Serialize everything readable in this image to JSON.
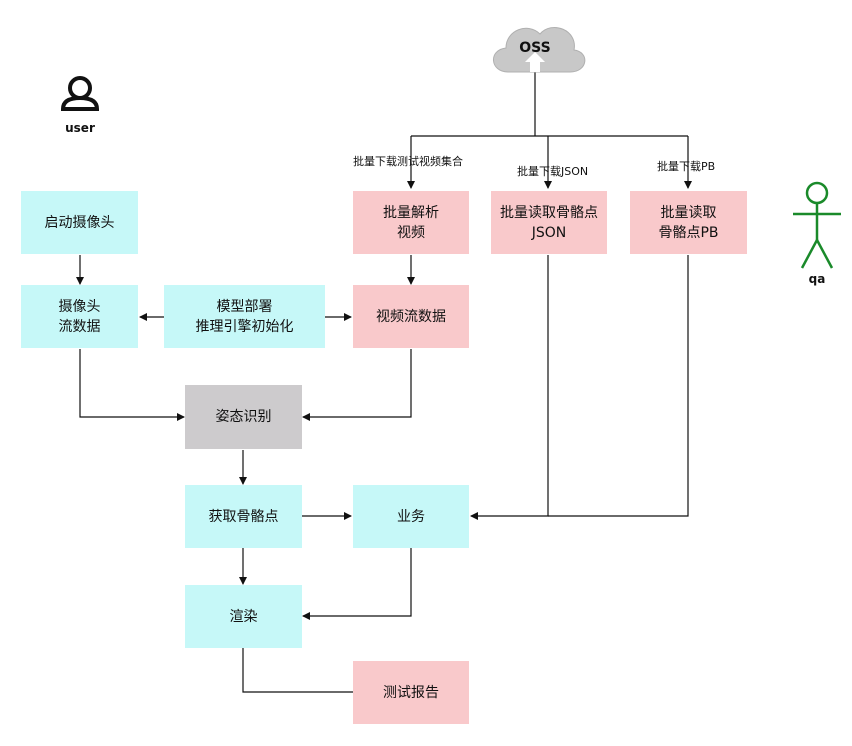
{
  "actors": {
    "user": {
      "label": "user"
    },
    "qa": {
      "label": "qa"
    }
  },
  "cloud": {
    "label": "OSS"
  },
  "nodes": {
    "start_camera": {
      "line1": "启动摄像头"
    },
    "camera_stream": {
      "line1": "摄像头",
      "line2": "流数据"
    },
    "model_deploy": {
      "line1": "模型部署",
      "line2": "推理引擎初始化"
    },
    "batch_parse_video": {
      "line1": "批量解析",
      "line2": "视频"
    },
    "video_stream": {
      "line1": "视频流数据"
    },
    "batch_read_json": {
      "line1": "批量读取骨骼点",
      "line2": "JSON"
    },
    "batch_read_pb": {
      "line1": "批量读取",
      "line2": "骨骼点PB"
    },
    "pose_recognition": {
      "line1": "姿态识别"
    },
    "get_keypoints": {
      "line1": "获取骨骼点"
    },
    "business": {
      "line1": "业务"
    },
    "render": {
      "line1": "渲染"
    },
    "test_report": {
      "line1": "测试报告"
    }
  },
  "edge_labels": {
    "download_videos": "批量下载测试视频集合",
    "download_json": "批量下载JSON",
    "download_pb": "批量下载PB"
  },
  "colors": {
    "cyan": "#c6f8f8",
    "pink": "#f9c9cb",
    "gray": "#cdcbcd",
    "cloud": "#c8c8c8",
    "qa_green": "#1a8a2a"
  }
}
